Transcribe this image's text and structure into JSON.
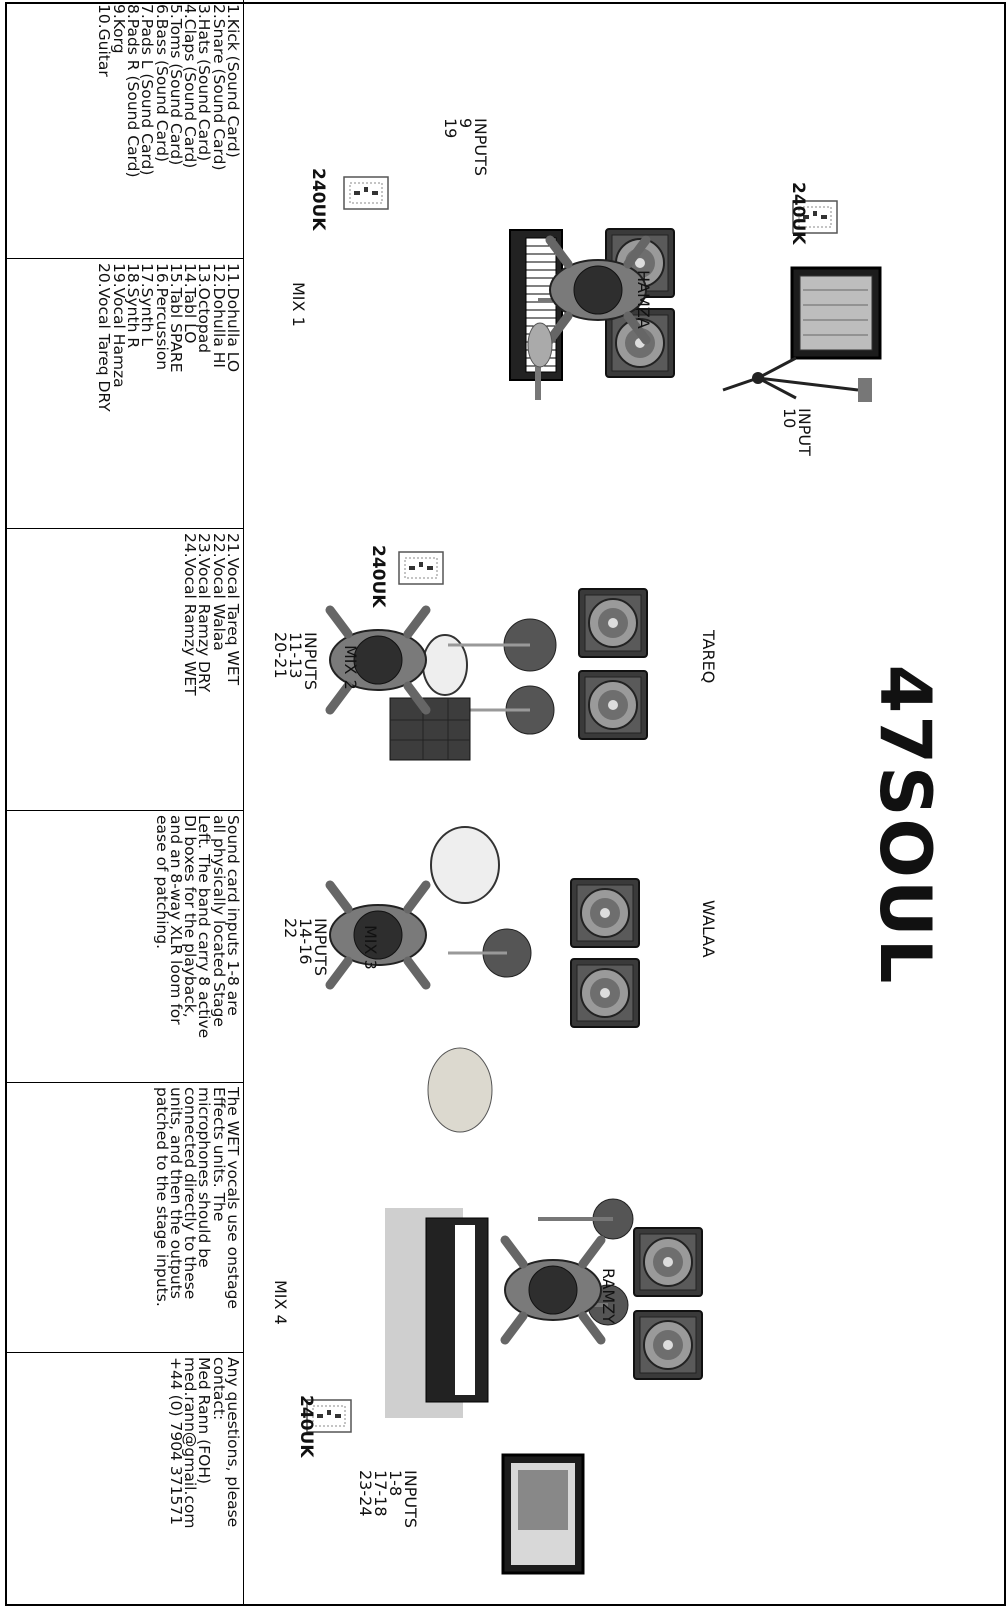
{
  "band_name": "47SOUL",
  "musicians": [
    "HAMZA",
    "TAREQ",
    "WALAA",
    "RAMZY"
  ],
  "power_label": "240UK",
  "mixes": [
    "MIX 1",
    "MIX 2",
    "MIX 3",
    "MIX 4"
  ],
  "inputs": {
    "hamza_mic": [
      "INPUT",
      "10"
    ],
    "hamza_keys": [
      "INPUTS",
      "9",
      "19"
    ],
    "tareq": [
      "INPUTS",
      "11-13",
      "20-21"
    ],
    "walaa": [
      "INPUTS",
      "14-16",
      "22"
    ],
    "ramzy": [
      "INPUTS",
      "1-8",
      "17-18",
      "23-24"
    ]
  },
  "channel_list": {
    "col1": [
      "1.Kick (Sound Card)",
      "2.Snare (Sound Card)",
      "3.Hats (Sound Card)",
      "4.Claps (Sound Card)",
      "5.Toms (Sound Card)",
      "6.Bass (Sound Card)",
      "7.Pads L (Sound Card)",
      "8.Pads R (Sound Card)",
      "9.Korg",
      "10.Guitar"
    ],
    "col2": [
      "11.Dohulla LO",
      "12.Dohulla HI",
      "13.Octopad",
      "14.Tabl LO",
      "15.Tabl SPARE",
      "16.Percussion",
      "17.Synth L",
      "18.Synth R",
      "19.Vocal Hamza",
      "20.Vocal Tareq DRY"
    ],
    "col3": [
      "21.Vocal Tareq WET",
      "22.Vocal Walaa",
      "23.Vocal Ramzy DRY",
      "24.Vocal Ramzy WET"
    ]
  },
  "notes": {
    "sound_card": "Sound card inputs 1-8 are\nall physically located Stage\nLeft. The band carry 8 active\nDI boxes for the playback,\nand an 8-way XLR loom for\nease of patching.",
    "wet_vocals": "The WET vocals use onstage\nEffects units. The\nmicrophones should be\nconnected directly to these\nunits, and then the outputs\npatched to the stage inputs.",
    "contact": "Any questions, please\ncontact:\nMed Rann (FOH)\nmed.rann@gmail.com\n+44 (0) 7904 371571"
  },
  "colors": {
    "line": "#000000",
    "wedge": "#3a3a3a",
    "mic": "#555555",
    "bg": "#ffffff"
  },
  "icons": [
    "wedge-monitor-icon",
    "power-socket-icon",
    "mic-stand-icon",
    "keyboard-icon",
    "guitar-icon",
    "drum-icon",
    "flight-case-icon",
    "laptop-icon"
  ]
}
